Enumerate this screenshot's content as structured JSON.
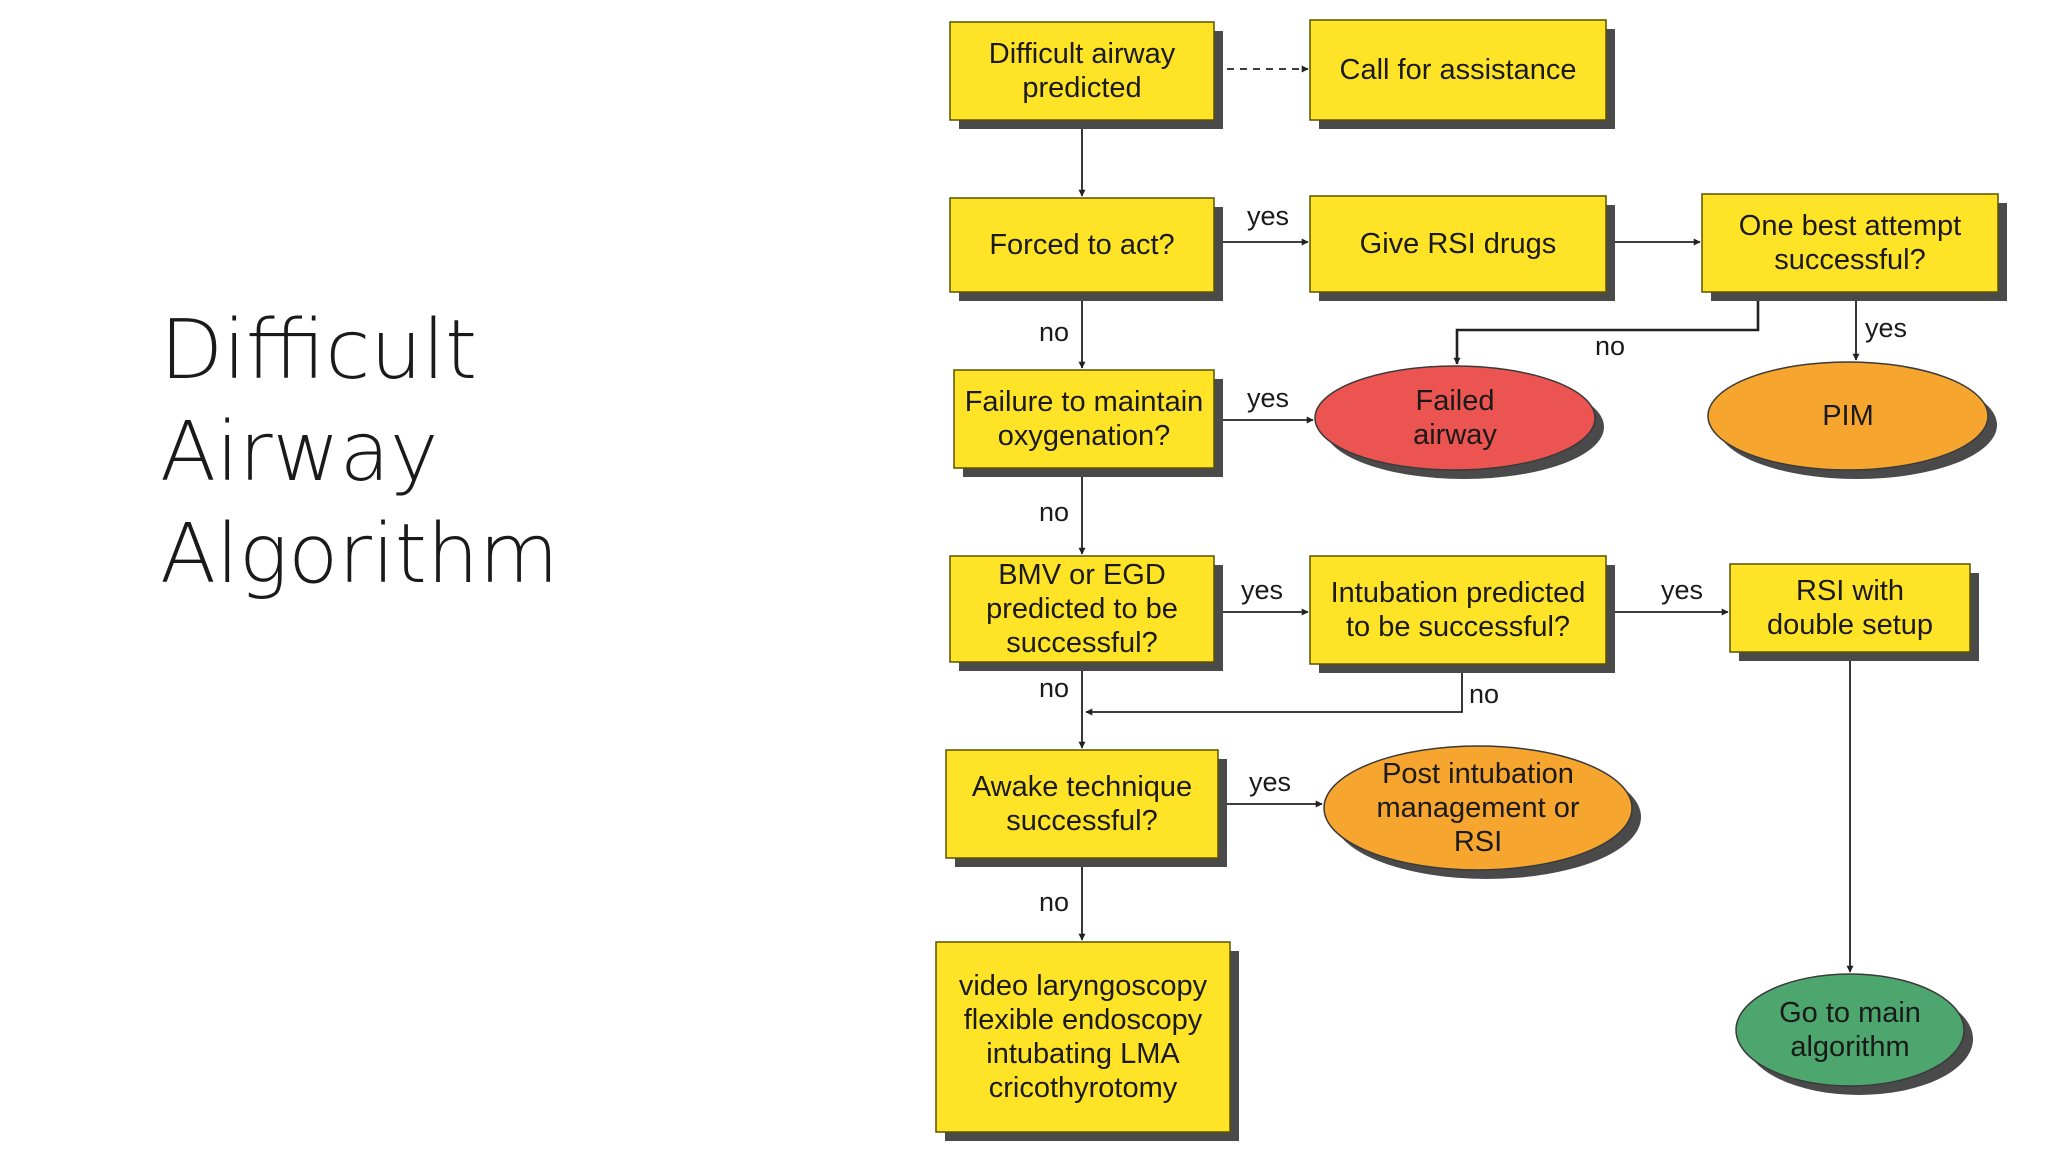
{
  "slide": {
    "title_lines": [
      "Difficult",
      "Airway",
      "Algorithm"
    ]
  },
  "colors": {
    "box_fill": "#FFE326",
    "box_stroke": "#5a5200",
    "failed_fill": "#EB5450",
    "orange_fill": "#F6A52E",
    "green_fill": "#4DA66E",
    "shadow": "#4a4a4a",
    "line": "#222222"
  },
  "nodes": {
    "difficult_airway": {
      "lines": [
        "Difficult airway",
        "predicted"
      ]
    },
    "call_assistance": {
      "lines": [
        "Call for assistance"
      ]
    },
    "forced_to_act": {
      "lines": [
        "Forced to act?"
      ]
    },
    "give_rsi": {
      "lines": [
        "Give RSI drugs"
      ]
    },
    "one_best_attempt": {
      "lines": [
        "One best attempt",
        "successful?"
      ]
    },
    "failure_oxygenation": {
      "lines": [
        "Failure to maintain",
        "oxygenation?"
      ]
    },
    "failed_airway": {
      "lines": [
        "Failed",
        "airway"
      ]
    },
    "pim": {
      "lines": [
        "PIM"
      ]
    },
    "bmv_egd": {
      "lines": [
        "BMV or EGD",
        "predicted to be",
        "successful?"
      ]
    },
    "intubation_predicted": {
      "lines": [
        "Intubation predicted",
        "to be successful?"
      ]
    },
    "rsi_double": {
      "lines": [
        "RSI with",
        "double setup"
      ]
    },
    "awake_technique": {
      "lines": [
        "Awake technique",
        "successful?"
      ]
    },
    "post_intubation": {
      "lines": [
        "Post intubation",
        "management or",
        "RSI"
      ]
    },
    "alternatives": {
      "lines": [
        "video laryngoscopy",
        "flexible endoscopy",
        "intubating LMA",
        "cricothyrotomy"
      ]
    },
    "main_algorithm": {
      "lines": [
        "Go to main",
        "algorithm"
      ]
    }
  },
  "edge_labels": {
    "forced_yes": "yes",
    "forced_no": "no",
    "best_no": "no",
    "best_yes": "yes",
    "failure_yes": "yes",
    "failure_no": "no",
    "bmv_yes": "yes",
    "bmv_no": "no",
    "intub_yes": "yes",
    "intub_no": "no",
    "awake_yes": "yes",
    "awake_no": "no"
  }
}
